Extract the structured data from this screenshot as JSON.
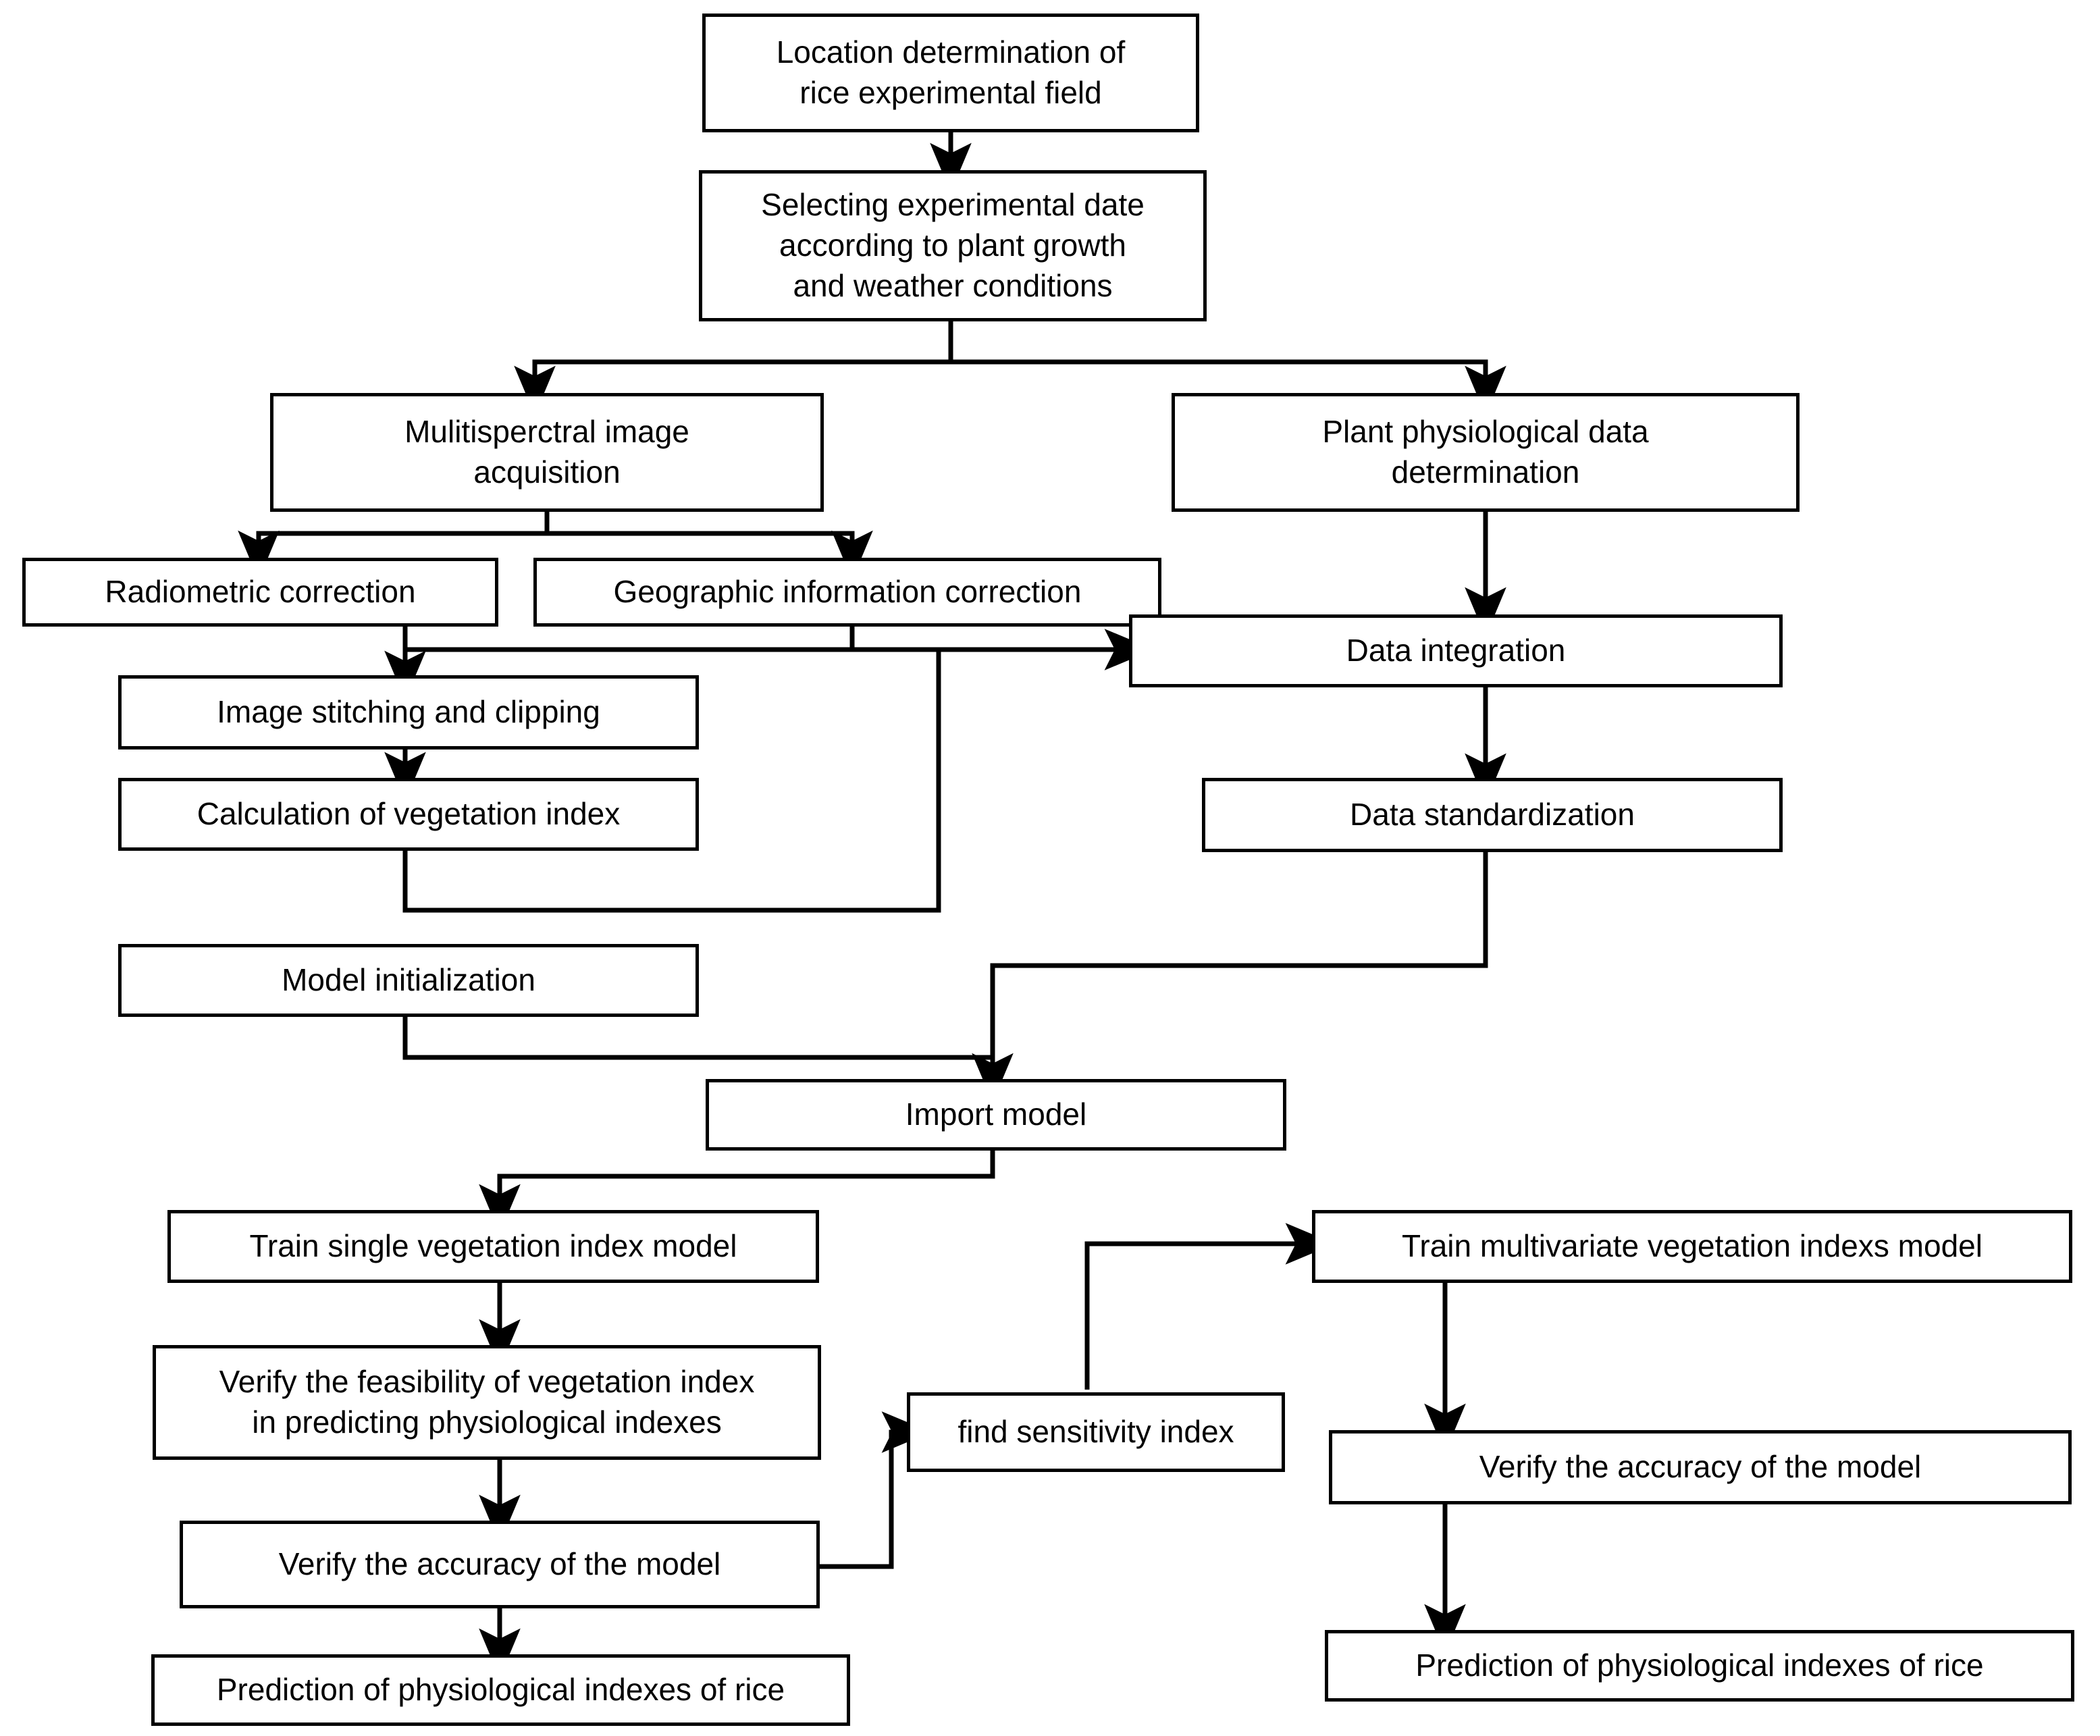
{
  "diagram": {
    "title": "Rice physiological index prediction workflow",
    "background_color": "#ffffff",
    "line_color": "#000000",
    "box_fill": "#ffffff",
    "box_border_color": "#000000"
  },
  "nodes": {
    "location_determination": "Location determination of\nrice experimental field",
    "selecting_date": "Selecting experimental date\naccording to plant growth\nand weather conditions",
    "multispectral_acquisition": "Mulitisperctral image\nacquisition",
    "plant_physiological": "Plant physiological data\ndetermination",
    "radiometric_correction": "Radiometric correction",
    "geographic_correction": "Geographic information correction",
    "data_integration": "Data integration",
    "image_stitching": "Image stitching and clipping",
    "data_standardization": "Data standardization",
    "calculation_vegetation_index": "Calculation of vegetation index",
    "model_initialization": "Model initialization",
    "import_model": "Import model",
    "train_single": "Train single vegetation index model",
    "train_multivariate": "Train multivariate vegetation indexs model",
    "verify_feasibility": "Verify the feasibility of vegetation index\nin predicting physiological indexes",
    "find_sensitivity": "find sensitivity index",
    "verify_accuracy_right": "Verify the accuracy of the model",
    "verify_accuracy_left": "Verify the accuracy of the model",
    "prediction_left": "Prediction of physiological indexes of rice",
    "prediction_right": "Prediction of physiological indexes of rice"
  },
  "edges": [
    {
      "from": "location_determination",
      "to": "selecting_date",
      "type": "straight-down"
    },
    {
      "from": "selecting_date",
      "to": "multispectral_acquisition",
      "type": "split-left"
    },
    {
      "from": "selecting_date",
      "to": "plant_physiological",
      "type": "split-right"
    },
    {
      "from": "multispectral_acquisition",
      "to": "radiometric_correction",
      "type": "split-left"
    },
    {
      "from": "multispectral_acquisition",
      "to": "geographic_correction",
      "type": "split-right"
    },
    {
      "from": "radiometric_correction",
      "to": "image_stitching",
      "type": "elbow"
    },
    {
      "from": "geographic_correction",
      "to": "image_stitching",
      "type": "elbow"
    },
    {
      "from": "image_stitching",
      "to": "calculation_vegetation_index",
      "type": "straight-down"
    },
    {
      "from": "calculation_vegetation_index",
      "to": "data_integration",
      "type": "elbow-up-right"
    },
    {
      "from": "plant_physiological",
      "to": "data_integration",
      "type": "straight-down"
    },
    {
      "from": "data_integration",
      "to": "data_standardization",
      "type": "straight-down"
    },
    {
      "from": "data_standardization",
      "to": "import_model",
      "type": "elbow-down-left"
    },
    {
      "from": "model_initialization",
      "to": "import_model",
      "type": "elbow-down-right"
    },
    {
      "from": "import_model",
      "to": "train_single",
      "type": "elbow-down-left"
    },
    {
      "from": "train_single",
      "to": "verify_feasibility",
      "type": "straight-down"
    },
    {
      "from": "verify_feasibility",
      "to": "verify_accuracy_left",
      "type": "straight-down"
    },
    {
      "from": "verify_accuracy_left",
      "to": "find_sensitivity",
      "type": "elbow-right-up"
    },
    {
      "from": "find_sensitivity",
      "to": "train_multivariate",
      "type": "elbow-up-right"
    },
    {
      "from": "train_multivariate",
      "to": "verify_accuracy_right",
      "type": "straight-down"
    },
    {
      "from": "verify_accuracy_left",
      "to": "prediction_left",
      "type": "straight-down"
    },
    {
      "from": "verify_accuracy_right",
      "to": "prediction_right",
      "type": "straight-down"
    }
  ]
}
